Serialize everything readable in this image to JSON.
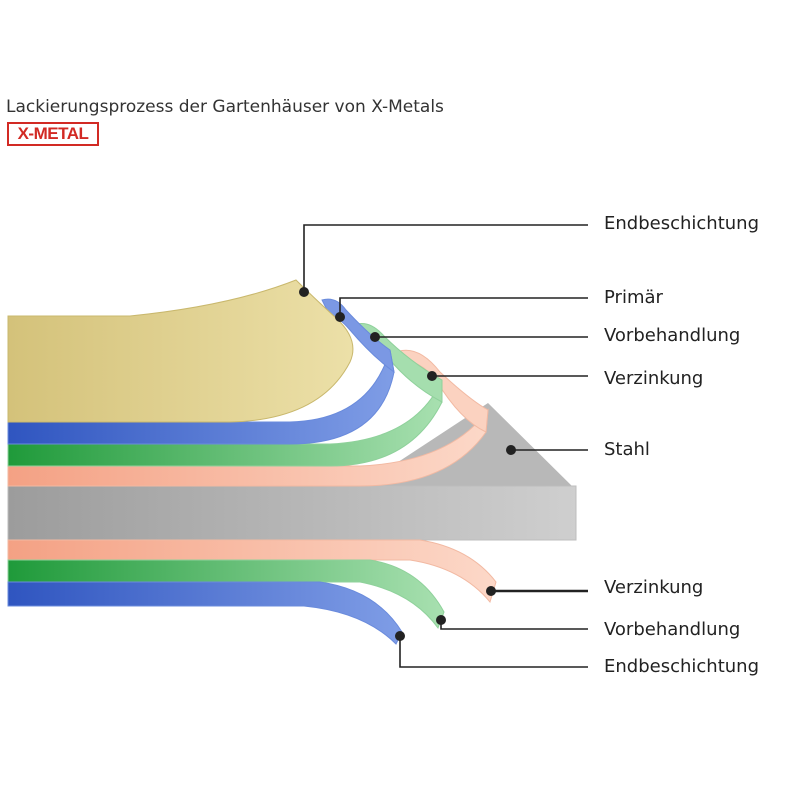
{
  "title": "Lackierungsprozess der Gartenhäuser von X-Metals",
  "logo": "X-METAL",
  "labels": {
    "top_finish": "Endbeschichtung",
    "primer": "Primär",
    "top_pretreat": "Vorbehandlung",
    "top_zinc": "Verzinkung",
    "steel": "Stahl",
    "bottom_zinc": "Verzinkung",
    "bottom_pretreat": "Vorbehandlung",
    "bottom_finish": "Endbeschichtung"
  },
  "colors": {
    "finish": "#d8c67f",
    "primer": "#3c63c8",
    "pretreat": "#38a94a",
    "zinc": "#f4a98a",
    "steel": "#a8a8a8",
    "logo": "#d22a24"
  }
}
